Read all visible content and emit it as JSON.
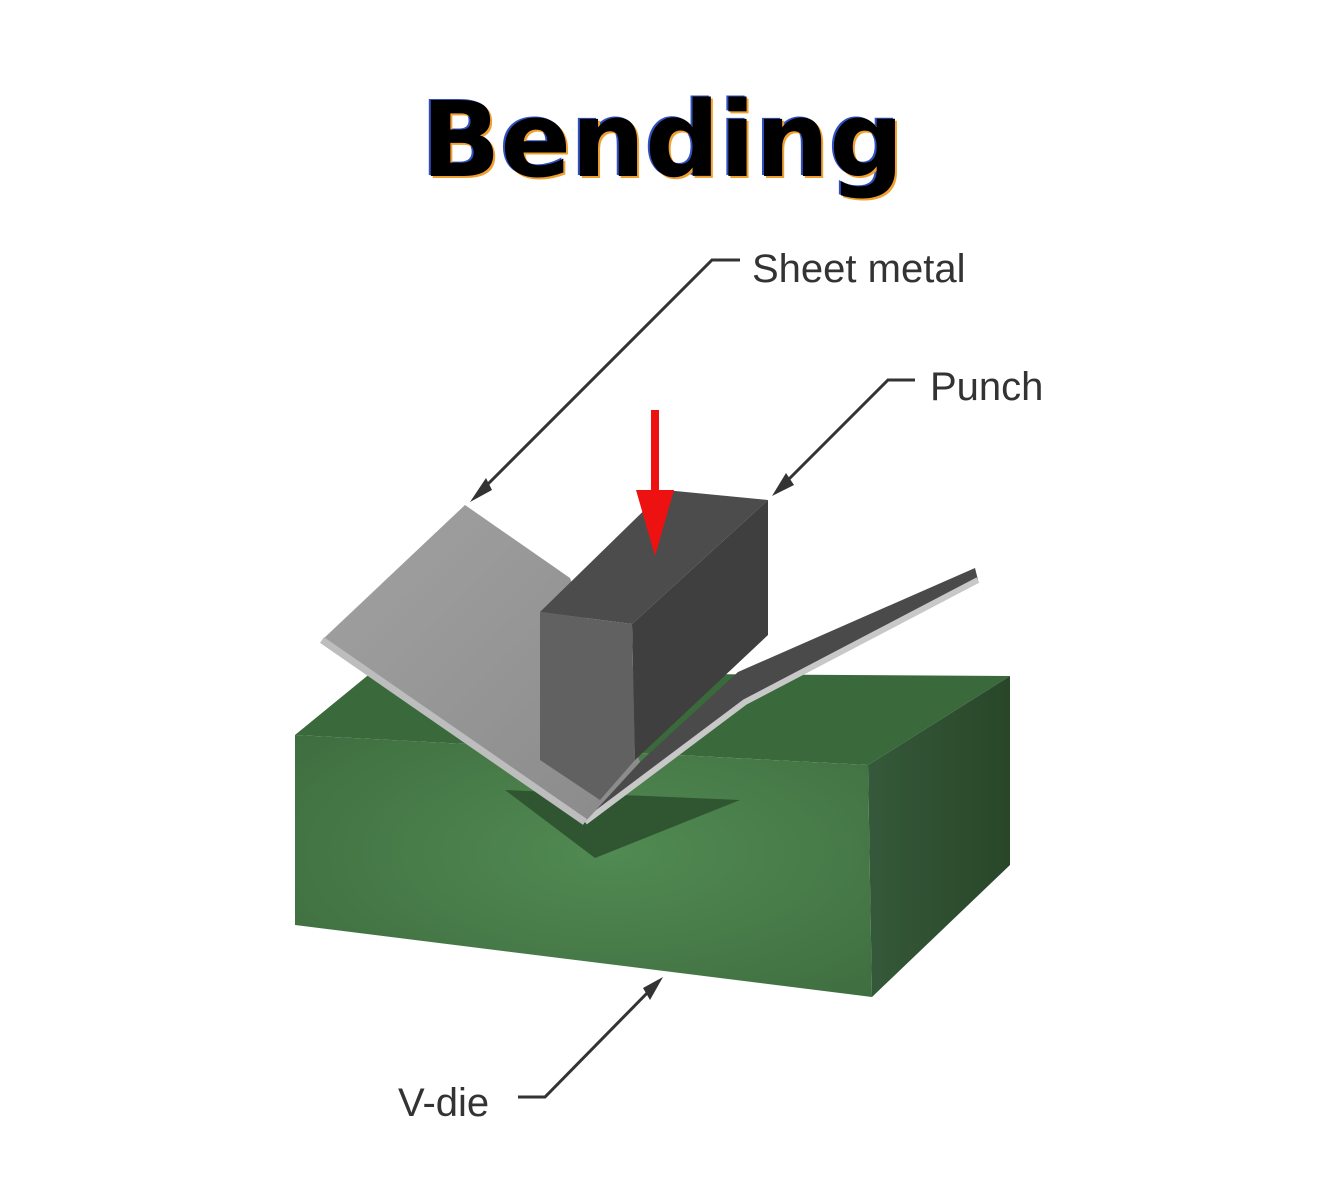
{
  "title": "Bending",
  "labels": {
    "sheet_metal": "Sheet metal",
    "punch": "Punch",
    "v_die": "V-die"
  },
  "colors": {
    "die_front": "#4b7f4c",
    "die_top": "#3a6a3b",
    "die_side": "#2e4f2e",
    "sheet_left": "#969696",
    "sheet_right": "#4a4a4a",
    "punch_front": "#616161",
    "punch_top": "#4c4c4c",
    "punch_side": "#3f3f3f",
    "force_arrow": "#ee1111",
    "leader": "#333333"
  }
}
